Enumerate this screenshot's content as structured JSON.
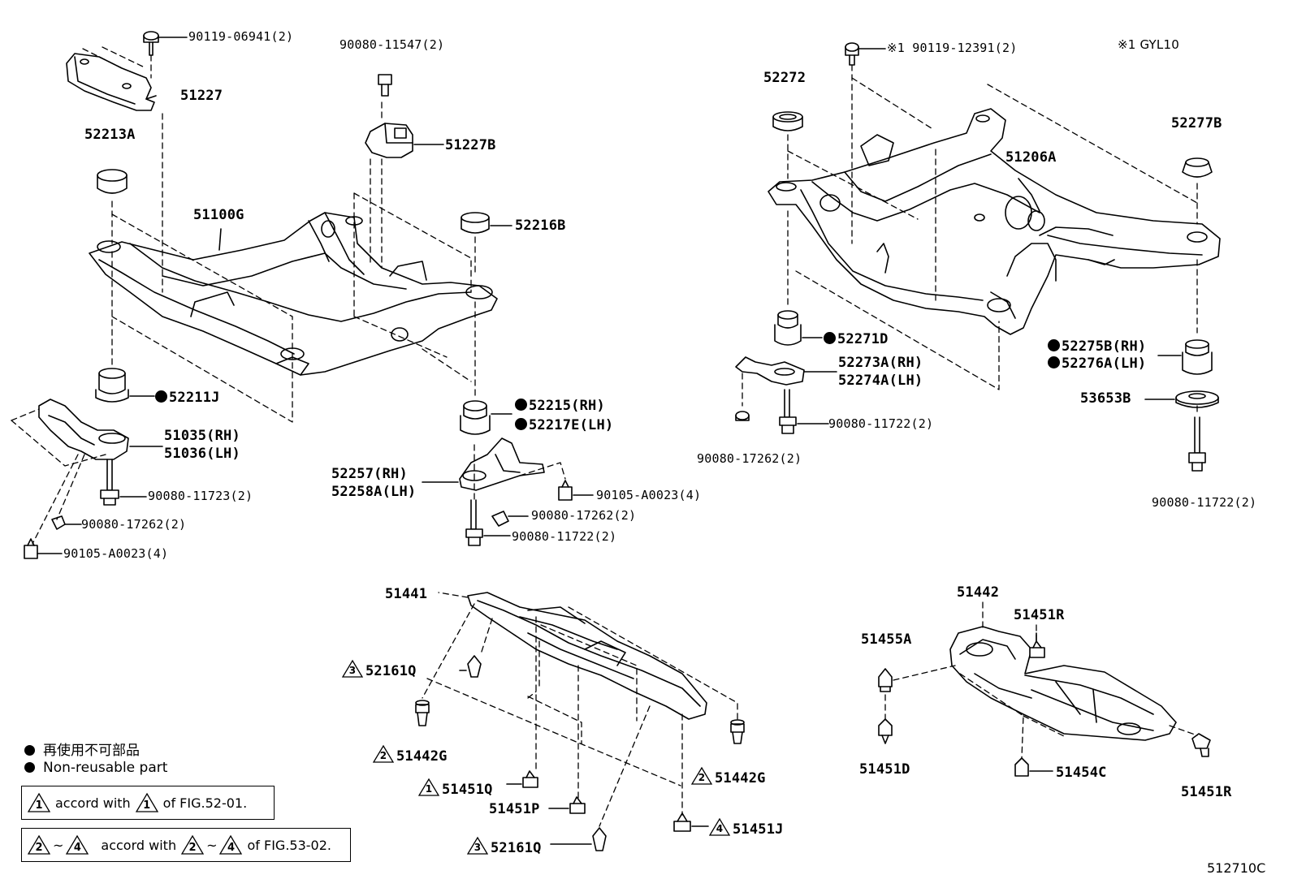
{
  "labels": {
    "p90119_06941": "90119-06941(2)",
    "p51227": "51227",
    "p52213A": "52213A",
    "p51100G": "51100G",
    "p52211J": "52211J",
    "p51035": "51035(RH)",
    "p51036": "51036(LH)",
    "p90080_11723": "90080-11723(2)",
    "p90080_17262_a": "90080-17262(2)",
    "p90105_A0023_a": "90105-A0023(4)",
    "p90080_11547": "90080-11547(2)",
    "p51227B": "51227B",
    "p52216B": "52216B",
    "p52215": "52215(RH)",
    "p52217E": "52217E(LH)",
    "p52257": "52257(RH)",
    "p52258A": "52258A(LH)",
    "p90105_A0023_b": "90105-A0023(4)",
    "p90080_17262_b": "90080-17262(2)",
    "p90080_11722_a": "90080-11722(2)",
    "p90119_12391": "90119-12391(2)",
    "note_mark": "※1",
    "note_gyl": "※1 GYL10",
    "p52272": "52272",
    "p51206A": "51206A",
    "p52277B": "52277B",
    "p52271D": "52271D",
    "p52273A": "52273A(RH)",
    "p52274A": "52274A(LH)",
    "p90080_11722_b": "90080-11722(2)",
    "p90080_17262_c": "90080-17262(2)",
    "p52275B": "52275B(RH)",
    "p52276A": "52276A(LH)",
    "p53653B": "53653B",
    "p90080_11722_c": "90080-11722(2)",
    "p51441": "51441",
    "p52161Q_a": "52161Q",
    "p51442G_a": "51442G",
    "p51451Q": "51451Q",
    "p51451P": "51451P",
    "p52161Q_b": "52161Q",
    "p51442G_b": "51442G",
    "p51451J": "51451J",
    "p51442": "51442",
    "p51451R_a": "51451R",
    "p51455A": "51455A",
    "p51451D": "51451D",
    "p51454C": "51454C",
    "p51451R_b": "51451R"
  },
  "triangle_marks": {
    "t52161Q_a": "3",
    "t51442G_a": "2",
    "t51451Q": "1",
    "t52161Q_b": "3",
    "t51442G_b": "2",
    "t51451J": "4"
  },
  "legend": {
    "jp": "再使用不可部品",
    "en": "Non-reusable part",
    "box1": {
      "num": "1",
      "text_a": "accord with",
      "num2": "1",
      "text_b": "of FIG.52-01."
    },
    "box2": {
      "num_a": "2",
      "tilde_a": "~",
      "num_b": "4",
      "text_a": "accord with",
      "num_c": "2",
      "tilde_b": "~",
      "num_d": "4",
      "text_b": "of FIG.53-02."
    }
  },
  "figure_id": "512710C"
}
